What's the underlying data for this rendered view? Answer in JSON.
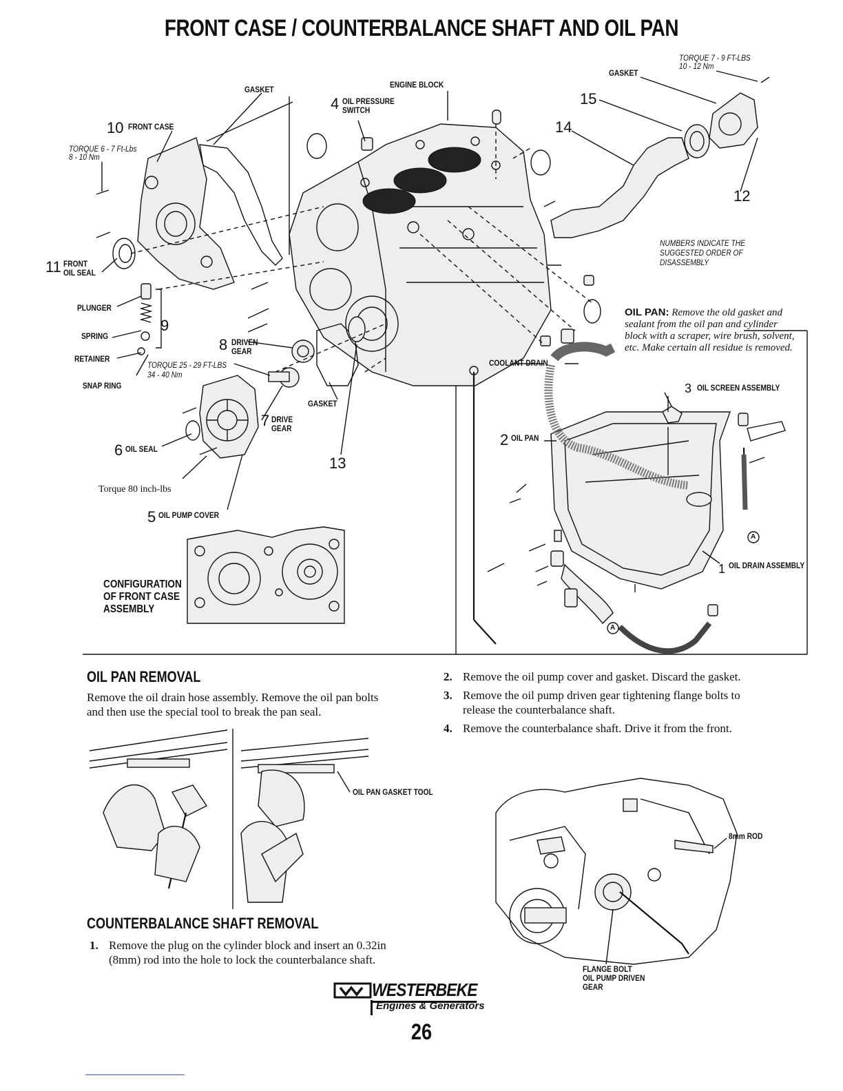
{
  "page": {
    "title": "FRONT CASE / COUNTERBALANCE SHAFT AND OIL PAN",
    "page_number": "26"
  },
  "diagram": {
    "torque_top_right": {
      "line1": "TORQUE 7 - 9 FT-LBS",
      "line2": "10 - 12 Nm"
    },
    "gasket_top_right": "GASKET",
    "gasket_left": "GASKET",
    "engine_block": "ENGINE BLOCK",
    "oil_pressure_switch": {
      "num": "4",
      "line1": "OIL PRESSURE",
      "line2": "SWITCH"
    },
    "front_case": {
      "num": "10",
      "label": "FRONT CASE"
    },
    "torque_front_case": {
      "line1": "TORQUE 6 - 7 Ft-Lbs",
      "line2": "8 - 10 Nm"
    },
    "num_15": "15",
    "num_14": "14",
    "num_12": "12",
    "num_13": "13",
    "numbers_note": {
      "line1": "NUMBERS INDICATE THE",
      "line2": "SUGGESTED ORDER OF",
      "line3": "DISASSEMBLY"
    },
    "front_oil_seal": {
      "num": "11",
      "line1": "FRONT",
      "line2": "OIL SEAL"
    },
    "plunger": "PLUNGER",
    "spring": "SPRING",
    "num_9": "9",
    "retainer": "RETAINER",
    "snap_ring": "SNAP RING",
    "driven_gear": {
      "num": "8",
      "line1": "DRIVEN",
      "line2": "GEAR"
    },
    "torque_gear": {
      "line1": "TORQUE 25 - 29 FT-LBS",
      "line2": "34 - 40 Nm"
    },
    "gasket_mid": "GASKET",
    "drive_gear": {
      "num": "7",
      "line1": "DRIVE",
      "line2": "GEAR"
    },
    "oil_seal": {
      "num": "6",
      "label": "OIL SEAL"
    },
    "torque_80": "Torque 80 inch-lbs",
    "oil_pump_cover": {
      "num": "5",
      "label": "OIL PUMP COVER"
    },
    "configuration": {
      "line1": "CONFIGURATION",
      "line2": "OF FRONT CASE",
      "line3": "ASSEMBLY"
    },
    "oil_pan_note": {
      "heading": "OIL PAN:",
      "text": "Remove the old gasket and sealant from the oil pan and cylinder block with a scraper, wire brush, solvent, etc. Make certain all residue is removed."
    },
    "coolant_drain": "COOLANT DRAIN",
    "oil_screen": {
      "num": "3",
      "label": "OIL SCREEN ASSEMBLY"
    },
    "oil_pan_label": {
      "num": "2",
      "label": "OIL PAN"
    },
    "oil_drain_assembly": {
      "num": "1",
      "label": "OIL DRAIN ASSEMBLY"
    },
    "marker_a": "A"
  },
  "oil_pan_removal": {
    "heading": "OIL PAN REMOVAL",
    "text": "Remove the oil drain hose assembly. Remove the oil pan bolts and then use the special tool to break the pan seal.",
    "tool_label": "OIL PAN GASKET TOOL"
  },
  "counterbalance_removal": {
    "heading": "COUNTERBALANCE SHAFT REMOVAL",
    "steps": [
      {
        "n": "1.",
        "text": "Remove the plug on the cylinder block and insert an 0.32in (8mm) rod into the hole to lock the counterbalance shaft."
      },
      {
        "n": "2.",
        "text": "Remove the oil pump cover and gasket. Discard the gasket."
      },
      {
        "n": "3.",
        "text": "Remove the oil pump driven gear tightening flange bolts to release the counterbalance shaft."
      },
      {
        "n": "4.",
        "text": "Remove the counterbalance shaft. Drive it from the front."
      }
    ],
    "rod_label": "8mm ROD",
    "flange_label": {
      "line1": "FLANGE BOLT",
      "line2": "OIL PUMP DRIVEN",
      "line3": "GEAR"
    }
  },
  "logo": {
    "brand": "WESTERBEKE",
    "tagline": "Engines & Generators"
  }
}
